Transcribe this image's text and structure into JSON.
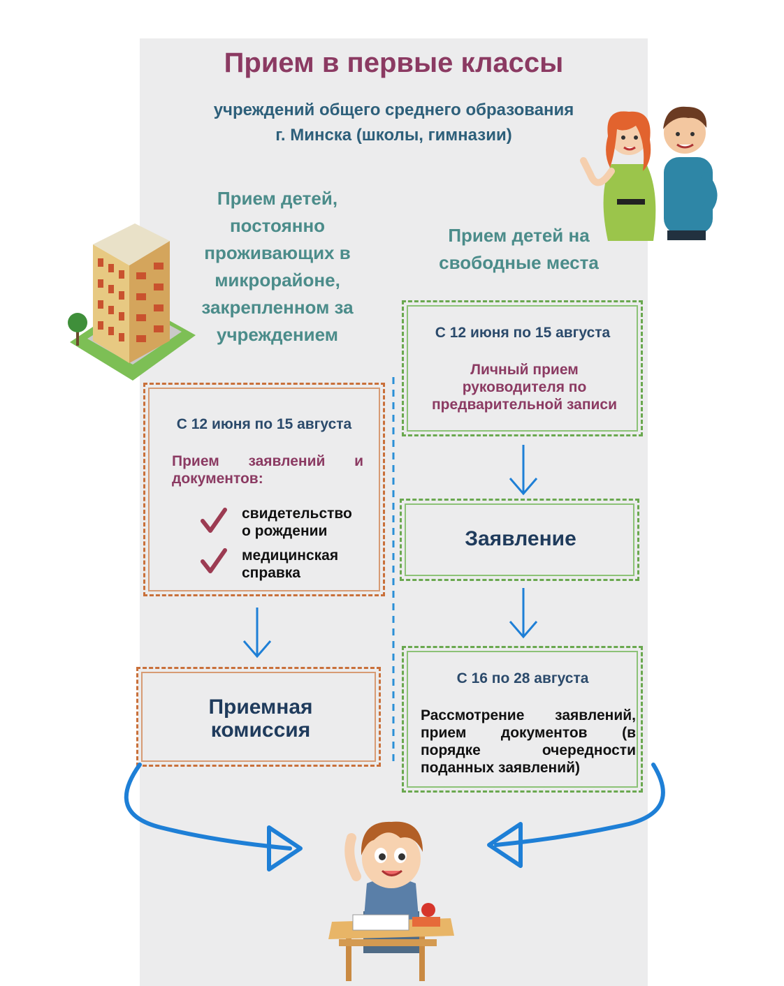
{
  "header": {
    "title": "Прием в первые классы",
    "subtitle_line1": "учреждений общего среднего образования",
    "subtitle_line2": "г. Минска (школы, гимназии)"
  },
  "left_column": {
    "heading": "Прием детей, постоянно проживающих в микрорайоне, закрепленном за учреждением",
    "box1": {
      "date": "С 12 июня по 15 августа",
      "intro": "Прием заявлений и документов:",
      "items": [
        "свидетельство о рождении",
        "медицинская справка"
      ]
    },
    "box2": {
      "label": "Приемная комиссия"
    }
  },
  "right_column": {
    "heading": "Прием детей на свободные места",
    "box1": {
      "date": "С 12 июня по 15 августа",
      "text": "Личный прием руководителя по предварительной записи"
    },
    "box2": {
      "label": "Заявление"
    },
    "box3": {
      "date": "С 16 по 28 августа",
      "text": "Рассмотрение заявлений, прием документов (в порядке очередности поданных заявлений)"
    }
  },
  "colors": {
    "title": "#8b3a62",
    "subtitle": "#2d5f7a",
    "heading": "#4b8c8a",
    "orange_border": "#c9703a",
    "green_border": "#6aa84f",
    "arrow": "#1e7fd6",
    "background_panel": "#ececed"
  }
}
